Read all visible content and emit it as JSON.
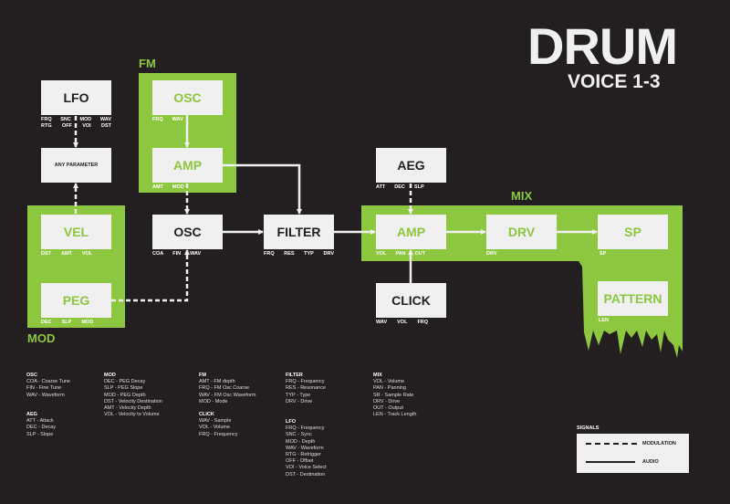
{
  "title": "DRUM",
  "subtitle": "VOICE 1-3",
  "colors": {
    "accent": "#8dc63f",
    "background": "#231f20",
    "box": "#f0f0f0"
  },
  "groups": {
    "fm": "FM",
    "mod": "MOD",
    "mix": "MIX"
  },
  "boxes": {
    "lfo": {
      "label": "LFO",
      "params1": [
        "FRQ",
        "SNC",
        "MOD",
        "WAV"
      ],
      "params2": [
        "RTG",
        "OFF",
        "VOI",
        "DST"
      ]
    },
    "any": {
      "label": "ANY PARAMETER"
    },
    "fm_osc": {
      "label": "OSC",
      "params": [
        "FRQ",
        "WAV"
      ]
    },
    "fm_amp": {
      "label": "AMP",
      "params": [
        "AMT",
        "MOD"
      ]
    },
    "vel": {
      "label": "VEL",
      "params": [
        "DST",
        "AMT",
        "VOL"
      ]
    },
    "peg": {
      "label": "PEG",
      "params": [
        "DEC",
        "SLP",
        "MOD"
      ]
    },
    "osc": {
      "label": "OSC",
      "params": [
        "COA",
        "FIN",
        "WAV"
      ]
    },
    "filter": {
      "label": "FILTER",
      "params": [
        "FRQ",
        "RES",
        "TYP",
        "DRV"
      ]
    },
    "aeg": {
      "label": "AEG",
      "params": [
        "ATT",
        "DEC",
        "SLP"
      ]
    },
    "amp": {
      "label": "AMP",
      "params": [
        "VOL",
        "PAN",
        "OUT"
      ]
    },
    "drv": {
      "label": "DRV",
      "params": [
        "DRV"
      ]
    },
    "sp": {
      "label": "SP",
      "params": [
        "SP"
      ]
    },
    "pattern": {
      "label": "PATTERN",
      "params": [
        "LEN"
      ]
    },
    "click": {
      "label": "CLICK",
      "params": [
        "WAV",
        "VOL",
        "FRQ"
      ]
    }
  },
  "legend": [
    {
      "title": "OSC",
      "items": [
        "COA - Coarse Tune",
        "FIN - Fine Tune",
        "WAV - Waveform"
      ]
    },
    {
      "title": "AEG",
      "items": [
        "ATT - Attack",
        "DEC - Decay",
        "SLP - Slope"
      ]
    },
    {
      "title": "MOD",
      "items": [
        "DEC - PEG Decay",
        "SLP - PEG Slope",
        "MOD - PEG Depth",
        "DST - Velocity Destination",
        "AMT - Velocity Depth",
        "VOL - Velocity to Volume"
      ]
    },
    {
      "title": "FM",
      "items": [
        "AMT - FM depth",
        "FRQ - FM Osc Coarse",
        "WAV - FM Osc Waveform",
        "MOD - Mode"
      ]
    },
    {
      "title": "CLICK",
      "items": [
        "WAV - Sample",
        "VOL - Volume",
        "FRQ - Frequency"
      ]
    },
    {
      "title": "FILTER",
      "items": [
        "FRQ - Frequency",
        "RES - Resonance",
        "TYP - Type",
        "DRV - Drive"
      ]
    },
    {
      "title": "LFO",
      "items": [
        "FRQ - Frequency",
        "SNC - Sync",
        "MOD - Depth",
        "WAV - Waveform",
        "RTG - Retrigger",
        "OFF - Offset",
        "VOI - Voice Select",
        "DST - Destination"
      ]
    },
    {
      "title": "MIX",
      "items": [
        "VOL - Volume",
        "PAN - Panning",
        "SR - Sample Rate",
        "DRV - Drive",
        "OUT - Output",
        "LEN - Track Length"
      ]
    }
  ],
  "signals": {
    "title": "SIGNALS",
    "modulation": "MODULATION",
    "audio": "AUDIO"
  }
}
